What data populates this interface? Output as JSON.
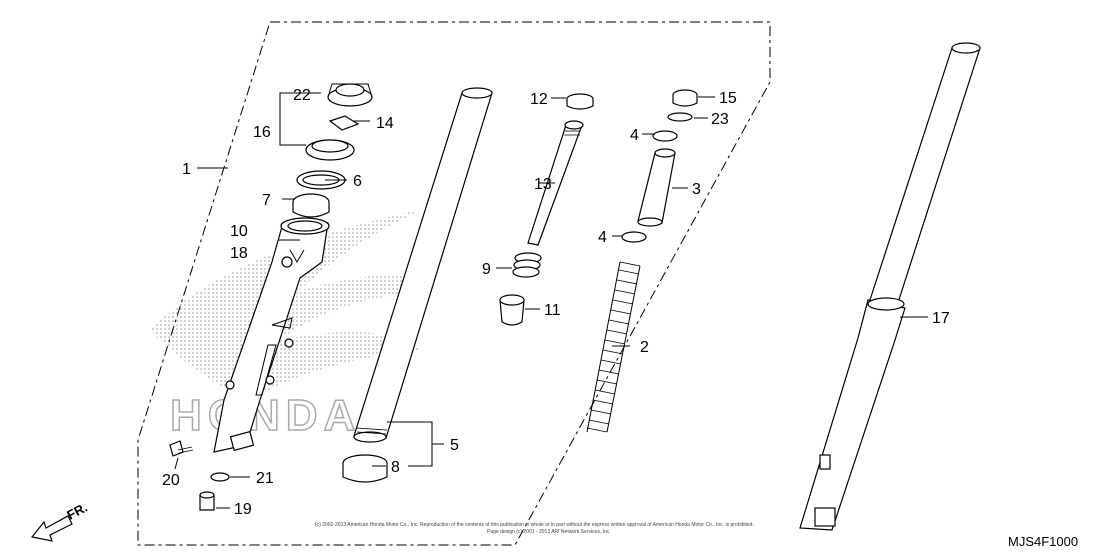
{
  "diagram": {
    "callouts": [
      "1",
      "2",
      "3",
      "4",
      "4",
      "5",
      "6",
      "7",
      "8",
      "9",
      "10",
      "11",
      "12",
      "13",
      "14",
      "15",
      "16",
      "17",
      "18",
      "19",
      "20",
      "21",
      "22",
      "23"
    ],
    "watermark_text": "HONDA",
    "diagram_code": "MJS4F1000",
    "direction_label": "FR.",
    "copyright_line1": "(c) 2002-2013 American Honda Motor Co., Inc. Reproduction of the contents of this publication in whole or in part without the express written approval of American Honda Motor Co., Inc. is prohibited.",
    "copyright_line2": "Page design (c) 2001 - 2013 ARI Network Services, Inc."
  }
}
